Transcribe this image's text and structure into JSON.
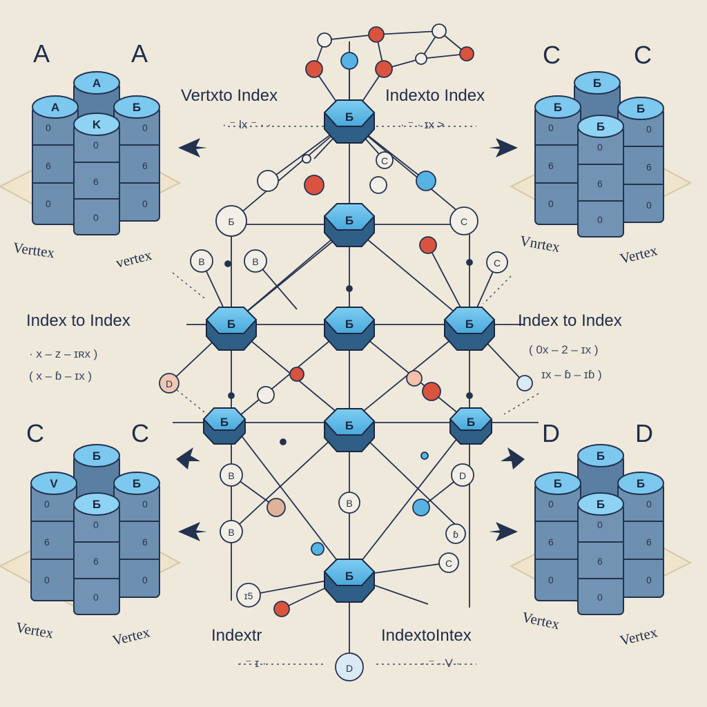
{
  "corner_letters": {
    "tl_left": "A",
    "tl_right": "A",
    "tr_left": "C",
    "tr_right": "C",
    "bl_left": "C",
    "bl_right": "C",
    "br_left": "D",
    "br_right": "D"
  },
  "phrases": {
    "top_left": "Vertxto Index",
    "top_right": "Indexto Index",
    "mid_left": "Index to Index",
    "mid_right": "Index to Index",
    "bottom_left": "Indextr",
    "bottom_right": "IndextoIntex"
  },
  "formulas": {
    "top_left": "· ⁻ Ɩx ⁻ · ·",
    "top_right": "· ⁻ · ɪx >",
    "mid_left_1": "· x – z – ɪʀx )",
    "mid_left_2": "( x – ɓ – ɪx )",
    "mid_right_1": "( 0x – 2 – ɪx )",
    "mid_right_2": "ɪx – ɓ – ɪɓ )",
    "bottom_left": "· ⁻ ɪ ·",
    "bottom_right": "· ⁻ · V ·"
  },
  "vertex_labels": {
    "tl_a": "Verttex",
    "tl_b": "vertex",
    "tr_a": "Vnrtex",
    "tr_b": "Vertex",
    "bl_a": "Vertex",
    "bl_b": "Vertex",
    "br_a": "Vertex",
    "br_b": "Vertex"
  },
  "stacks": {
    "tl": {
      "back": "A",
      "left": "A",
      "right": "Б",
      "front": "K",
      "rows": [
        "0",
        "6",
        "0"
      ]
    },
    "tr": {
      "back": "Б",
      "left": "Б",
      "right": "Б",
      "front": "Б",
      "rows": [
        "0",
        "6",
        "0"
      ]
    },
    "bl": {
      "back": "Б",
      "left": "V",
      "right": "Б",
      "front": "Б",
      "rows": [
        "0",
        "6",
        "0"
      ]
    },
    "br": {
      "back": "Б",
      "left": "Б",
      "right": "Б",
      "front": "Б",
      "rows": [
        "0",
        "6",
        "0"
      ]
    }
  },
  "hex_nodes": {
    "n1": "Б",
    "n2": "Б",
    "n3": "Б",
    "n4": "Б",
    "n5": "Б",
    "n6": "Б",
    "n7": "Б",
    "n8": "Б",
    "n9": "Б"
  },
  "small_nodes": {
    "s1": "Б",
    "s2": "C",
    "s3": "B",
    "s4": "B",
    "s5": "C",
    "s6": "D",
    "s7": "B",
    "s8": "D",
    "s9": "B",
    "s10": "B",
    "s11": "C",
    "s12": "ɪ5",
    "s13": "D",
    "s14": "C",
    "s15": "ɓ"
  },
  "colors": {
    "background": "#efe9dc",
    "node_blue": "#56b3e3",
    "node_dark": "#2f5f86",
    "accent_red": "#d9533f",
    "cyl_front": "#6d8fb0",
    "line": "#22324f"
  }
}
